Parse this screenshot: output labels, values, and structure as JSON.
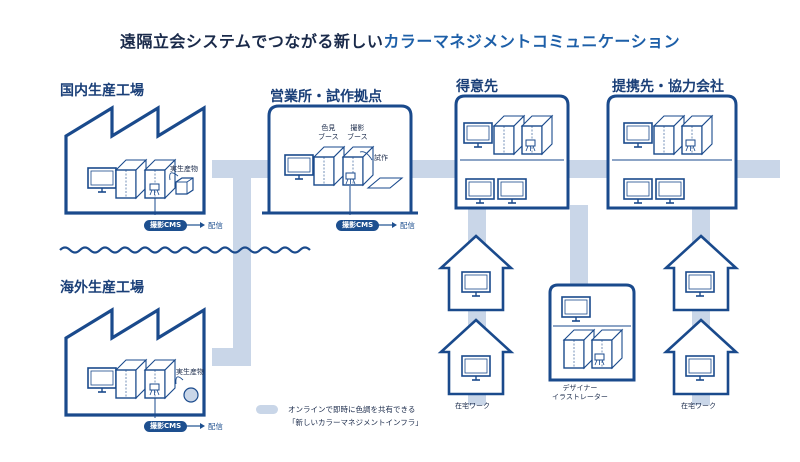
{
  "title": {
    "part1": "遠隔立会システムでつながる新しい",
    "part2": "カラーマネジメントコミュニケーション"
  },
  "sections": {
    "domestic_factory": "国内生産工場",
    "overseas_factory": "海外生産工場",
    "sales_office": "営業所・試作拠点",
    "client": "得意先",
    "partner": "提携先・協力会社"
  },
  "labels": {
    "product_domestic": "実生産物",
    "product_overseas": "実生産物",
    "booth_color": "色見\nブース",
    "booth_photo": "撮影\nブース",
    "prototype": "試作",
    "remote_work_left": "在宅ワーク",
    "remote_work_right": "在宅ワーク",
    "designer": "デザイナー\nイラストレーター"
  },
  "cms": {
    "pill_domestic": "撮影CMS",
    "pill_sales": "撮影CMS",
    "pill_overseas": "撮影CMS",
    "delivery_domestic": "配信",
    "delivery_sales": "配信",
    "delivery_overseas": "配信"
  },
  "legend": {
    "line1": "オンラインで即時に色調を共有できる",
    "line2": "「新しいカラーマネジメントインフラ」"
  },
  "colors": {
    "outline": "#1a4a8c",
    "network": "#c9d6e8",
    "accent": "#1d5fa8",
    "text": "#1a2a4a"
  },
  "icons": [
    "monitor-icon",
    "photo-booth-icon",
    "camera-icon",
    "house-icon",
    "factory-icon",
    "product-box-icon",
    "arrow-right-icon"
  ]
}
